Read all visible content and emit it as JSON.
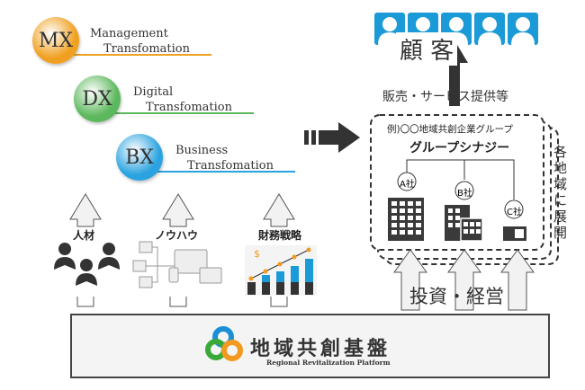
{
  "transformations": [
    {
      "abbr": "MX",
      "line1": "Management",
      "line2": "Transfomation",
      "color": "#f0a020"
    },
    {
      "abbr": "DX",
      "line1": "Digital",
      "line2": "Transfomation",
      "color": "#5cb85c"
    },
    {
      "abbr": "BX",
      "line1": "Business",
      "line2": "Transfomation",
      "color": "#2aa3e0"
    }
  ],
  "customers": {
    "label": "顧 客",
    "icon": "person-icon",
    "color": "#1a9ad6"
  },
  "sales_label": "販売・サービス提供等",
  "group": {
    "example": "例)〇〇地域共創企業グループ",
    "synergy": "グループシナジー",
    "companies": [
      "A社",
      "B社",
      "C社"
    ]
  },
  "expand_label": "各地域に展開",
  "invest_label": "投資・経営",
  "resources": [
    {
      "label": "人材",
      "icon": "people-icon"
    },
    {
      "label": "ノウハウ",
      "icon": "devices-icon"
    },
    {
      "label": "財務戦略",
      "icon": "bar-chart-icon"
    }
  ],
  "platform": {
    "title": "地域共創基盤",
    "subtitle": "Regional Revitalization Platform"
  }
}
